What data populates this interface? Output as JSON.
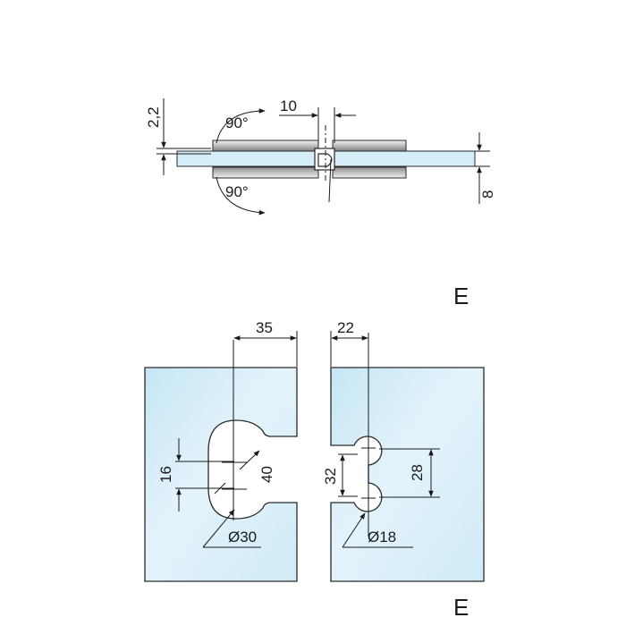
{
  "top_view": {
    "dim_gap_left": "2,2",
    "dim_width": "10",
    "angle_upper": "90°",
    "angle_lower": "90°",
    "dim_glass": "8"
  },
  "bottom_view": {
    "section_mark_top": "E",
    "section_mark_bottom": "E",
    "left_panel": {
      "dim_offset": "35",
      "dim_small": "16",
      "dim_height": "40",
      "dim_diameter": "Ø30"
    },
    "right_panel": {
      "dim_offset": "22",
      "dim_height_outer": "32",
      "dim_height_inner": "28",
      "dim_diameter": "Ø18"
    }
  },
  "colors": {
    "glass_light": "#eaf6fc",
    "glass_mid": "#c9e8f6",
    "glass_edge": "#2a2a2a",
    "metal_light": "#e6e6e6",
    "metal_dark": "#7a7a7a"
  }
}
